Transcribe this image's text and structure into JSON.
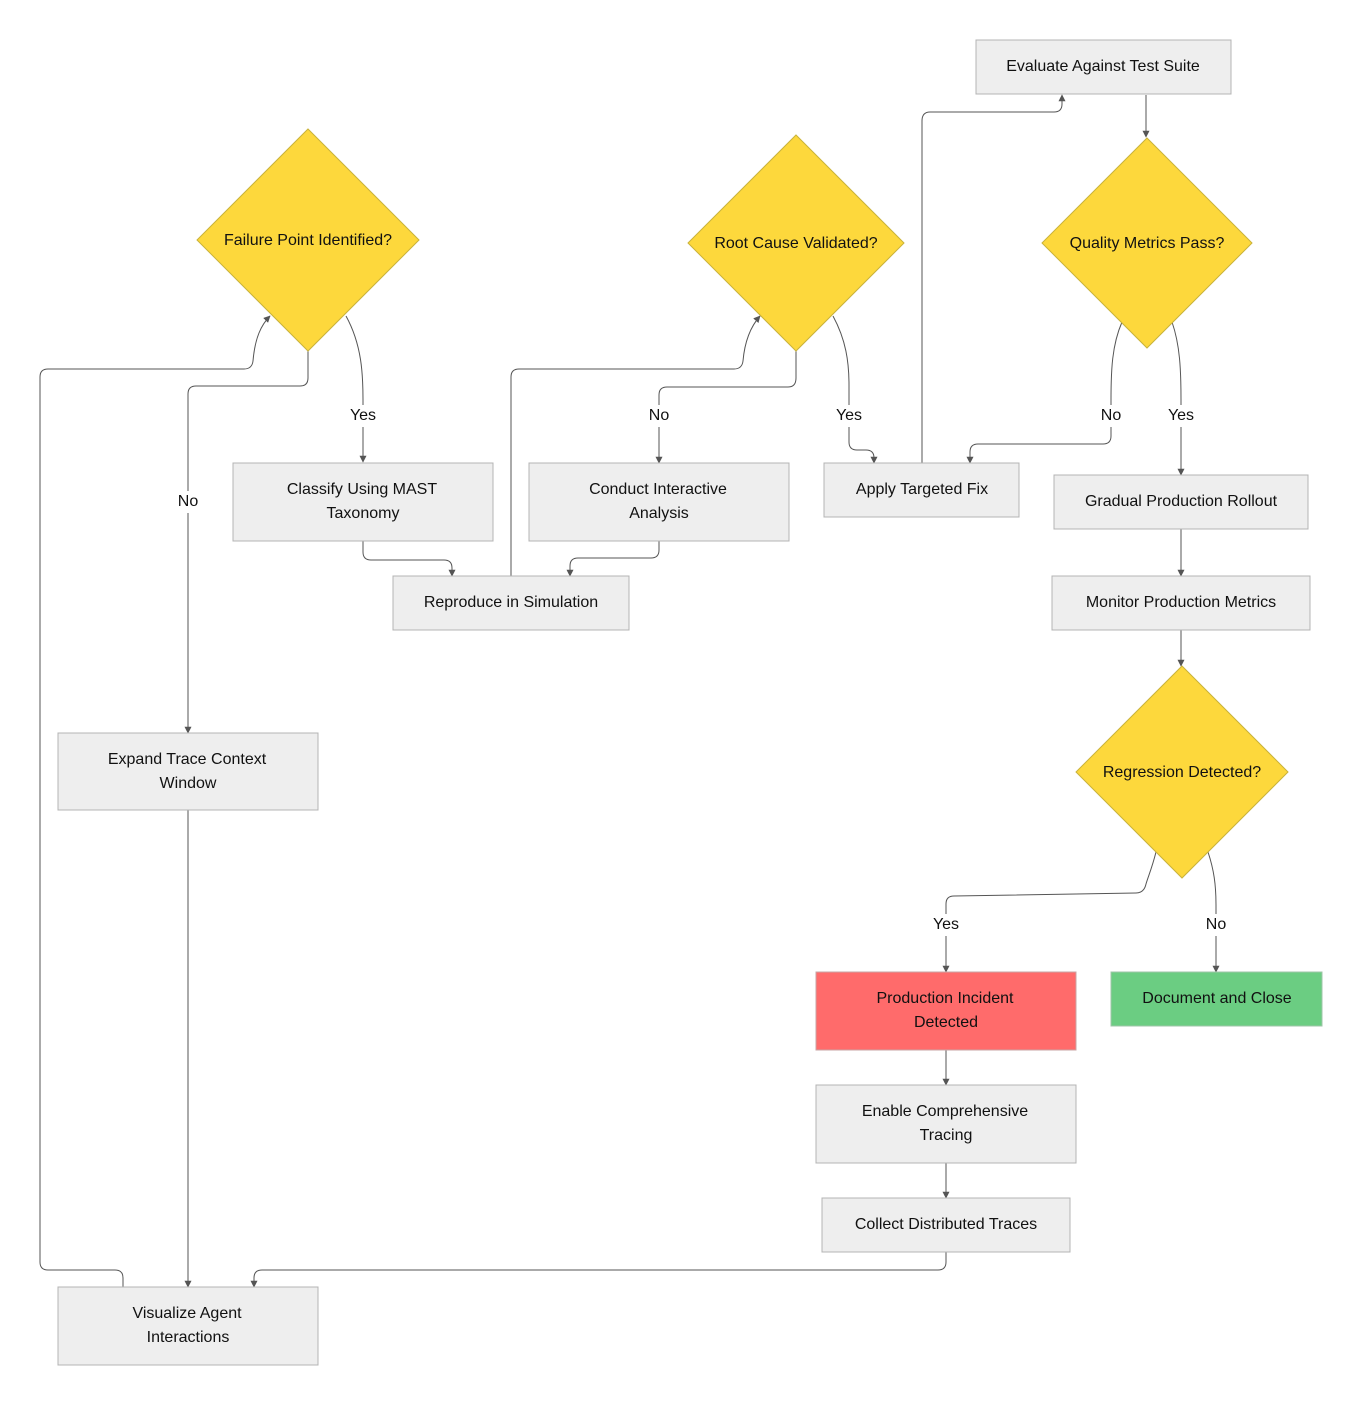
{
  "nodes": {
    "evaluate": "Evaluate Against Test Suite",
    "failure_point": "Failure Point Identified?",
    "root_cause": "Root Cause Validated?",
    "quality_metrics": "Quality Metrics Pass?",
    "classify": [
      "Classify Using MAST",
      "Taxonomy"
    ],
    "interactive": [
      "Conduct Interactive",
      "Analysis"
    ],
    "apply_fix": "Apply Targeted Fix",
    "rollout": "Gradual Production Rollout",
    "reproduce": "Reproduce in Simulation",
    "monitor": "Monitor Production Metrics",
    "expand": [
      "Expand Trace Context",
      "Window"
    ],
    "regression": "Regression Detected?",
    "incident": [
      "Production Incident",
      "Detected"
    ],
    "document": "Document and Close",
    "enable": [
      "Enable Comprehensive",
      "Tracing"
    ],
    "collect": "Collect Distributed Traces",
    "visualize": [
      "Visualize Agent",
      "Interactions"
    ]
  },
  "edge_labels": {
    "failure_yes": "Yes",
    "failure_no": "No",
    "root_no": "No",
    "root_yes": "Yes",
    "quality_no": "No",
    "quality_yes": "Yes",
    "regression_yes": "Yes",
    "regression_no": "No"
  },
  "colors": {
    "process": "#eeeeee",
    "decision": "#fdd83c",
    "incident": "#ff6b6b",
    "done": "#6bcd82",
    "edge": "#555555"
  }
}
